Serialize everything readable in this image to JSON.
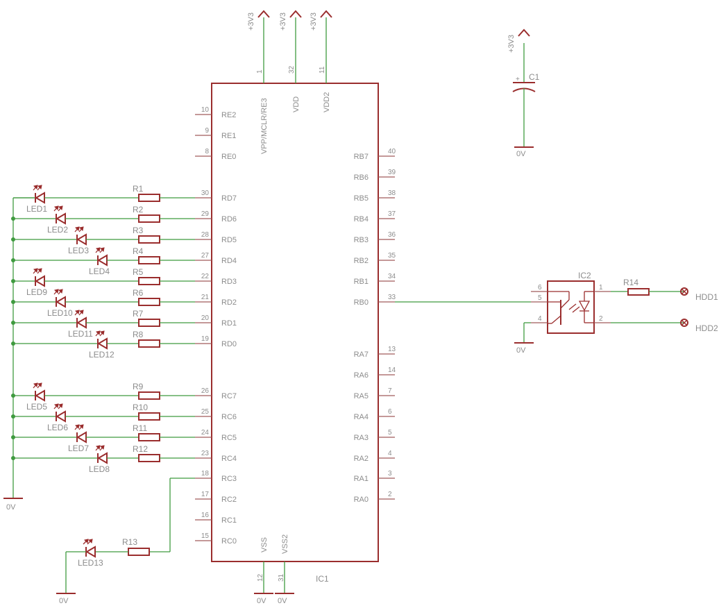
{
  "ic1": {
    "name": "IC1",
    "top_pins": [
      {
        "id": "vpp",
        "name": "VPP/MCLR/RE3",
        "num": "1",
        "supply": "+3V3"
      },
      {
        "id": "vdd",
        "name": "VDD",
        "num": "32",
        "supply": "+3V3"
      },
      {
        "id": "vdd2",
        "name": "VDD2",
        "num": "11",
        "supply": "+3V3"
      }
    ],
    "bottom_pins": [
      {
        "id": "vss",
        "name": "VSS",
        "num": "12",
        "supply": "0V"
      },
      {
        "id": "vss2",
        "name": "VSS2",
        "num": "31",
        "supply": "0V"
      }
    ],
    "left_pins": [
      {
        "id": "re2",
        "name": "RE2",
        "num": "10"
      },
      {
        "id": "re1",
        "name": "RE1",
        "num": "9"
      },
      {
        "id": "re0",
        "name": "RE0",
        "num": "8"
      },
      {
        "id": "rd7",
        "name": "RD7",
        "num": "30"
      },
      {
        "id": "rd6",
        "name": "RD6",
        "num": "29"
      },
      {
        "id": "rd5",
        "name": "RD5",
        "num": "28"
      },
      {
        "id": "rd4",
        "name": "RD4",
        "num": "27"
      },
      {
        "id": "rd3",
        "name": "RD3",
        "num": "22"
      },
      {
        "id": "rd2",
        "name": "RD2",
        "num": "21"
      },
      {
        "id": "rd1",
        "name": "RD1",
        "num": "20"
      },
      {
        "id": "rd0",
        "name": "RD0",
        "num": "19"
      },
      {
        "id": "rc7",
        "name": "RC7",
        "num": "26"
      },
      {
        "id": "rc6",
        "name": "RC6",
        "num": "25"
      },
      {
        "id": "rc5",
        "name": "RC5",
        "num": "24"
      },
      {
        "id": "rc4",
        "name": "RC4",
        "num": "23"
      },
      {
        "id": "rc3",
        "name": "RC3",
        "num": "18"
      },
      {
        "id": "rc2",
        "name": "RC2",
        "num": "17"
      },
      {
        "id": "rc1",
        "name": "RC1",
        "num": "16"
      },
      {
        "id": "rc0",
        "name": "RC0",
        "num": "15"
      }
    ],
    "right_pins": [
      {
        "id": "rb7",
        "name": "RB7",
        "num": "40"
      },
      {
        "id": "rb6",
        "name": "RB6",
        "num": "39"
      },
      {
        "id": "rb5",
        "name": "RB5",
        "num": "38"
      },
      {
        "id": "rb4",
        "name": "RB4",
        "num": "37"
      },
      {
        "id": "rb3",
        "name": "RB3",
        "num": "36"
      },
      {
        "id": "rb2",
        "name": "RB2",
        "num": "35"
      },
      {
        "id": "rb1",
        "name": "RB1",
        "num": "34"
      },
      {
        "id": "rb0",
        "name": "RB0",
        "num": "33"
      },
      {
        "id": "ra7",
        "name": "RA7",
        "num": "13"
      },
      {
        "id": "ra6",
        "name": "RA6",
        "num": "14"
      },
      {
        "id": "ra5",
        "name": "RA5",
        "num": "7"
      },
      {
        "id": "ra4",
        "name": "RA4",
        "num": "6"
      },
      {
        "id": "ra3",
        "name": "RA3",
        "num": "5"
      },
      {
        "id": "ra2",
        "name": "RA2",
        "num": "4"
      },
      {
        "id": "ra1",
        "name": "RA1",
        "num": "3"
      },
      {
        "id": "ra0",
        "name": "RA0",
        "num": "2"
      }
    ]
  },
  "led_channels": [
    {
      "resistor": "R1",
      "led": "LED1",
      "pin": "rd7"
    },
    {
      "resistor": "R2",
      "led": "LED2",
      "pin": "rd6"
    },
    {
      "resistor": "R3",
      "led": "LED3",
      "pin": "rd5"
    },
    {
      "resistor": "R4",
      "led": "LED4",
      "pin": "rd4"
    },
    {
      "resistor": "R5",
      "led": "LED9",
      "pin": "rd3"
    },
    {
      "resistor": "R6",
      "led": "LED10",
      "pin": "rd2"
    },
    {
      "resistor": "R7",
      "led": "LED11",
      "pin": "rd1"
    },
    {
      "resistor": "R8",
      "led": "LED12",
      "pin": "rd0"
    },
    {
      "resistor": "R9",
      "led": "LED5",
      "pin": "rc7"
    },
    {
      "resistor": "R10",
      "led": "LED6",
      "pin": "rc6"
    },
    {
      "resistor": "R11",
      "led": "LED7",
      "pin": "rc5"
    },
    {
      "resistor": "R12",
      "led": "LED8",
      "pin": "rc4"
    }
  ],
  "led_ground": "0V",
  "led13_channel": {
    "resistor": "R13",
    "led": "LED13",
    "pin": "rc3",
    "ground": "0V"
  },
  "capacitor": {
    "name": "C1",
    "supply": "+3V3",
    "ground": "0V",
    "polarity": "+"
  },
  "optocoupler": {
    "name": "IC2",
    "pins": [
      "1",
      "2",
      "4",
      "5",
      "6"
    ],
    "resistor": "R14",
    "ground": "0V",
    "connectors": [
      "HDD1",
      "HDD2"
    ]
  },
  "colors": {
    "wire": "#3f9a3f",
    "symbol": "#9a2d2d",
    "label": "#8c8c8c"
  }
}
